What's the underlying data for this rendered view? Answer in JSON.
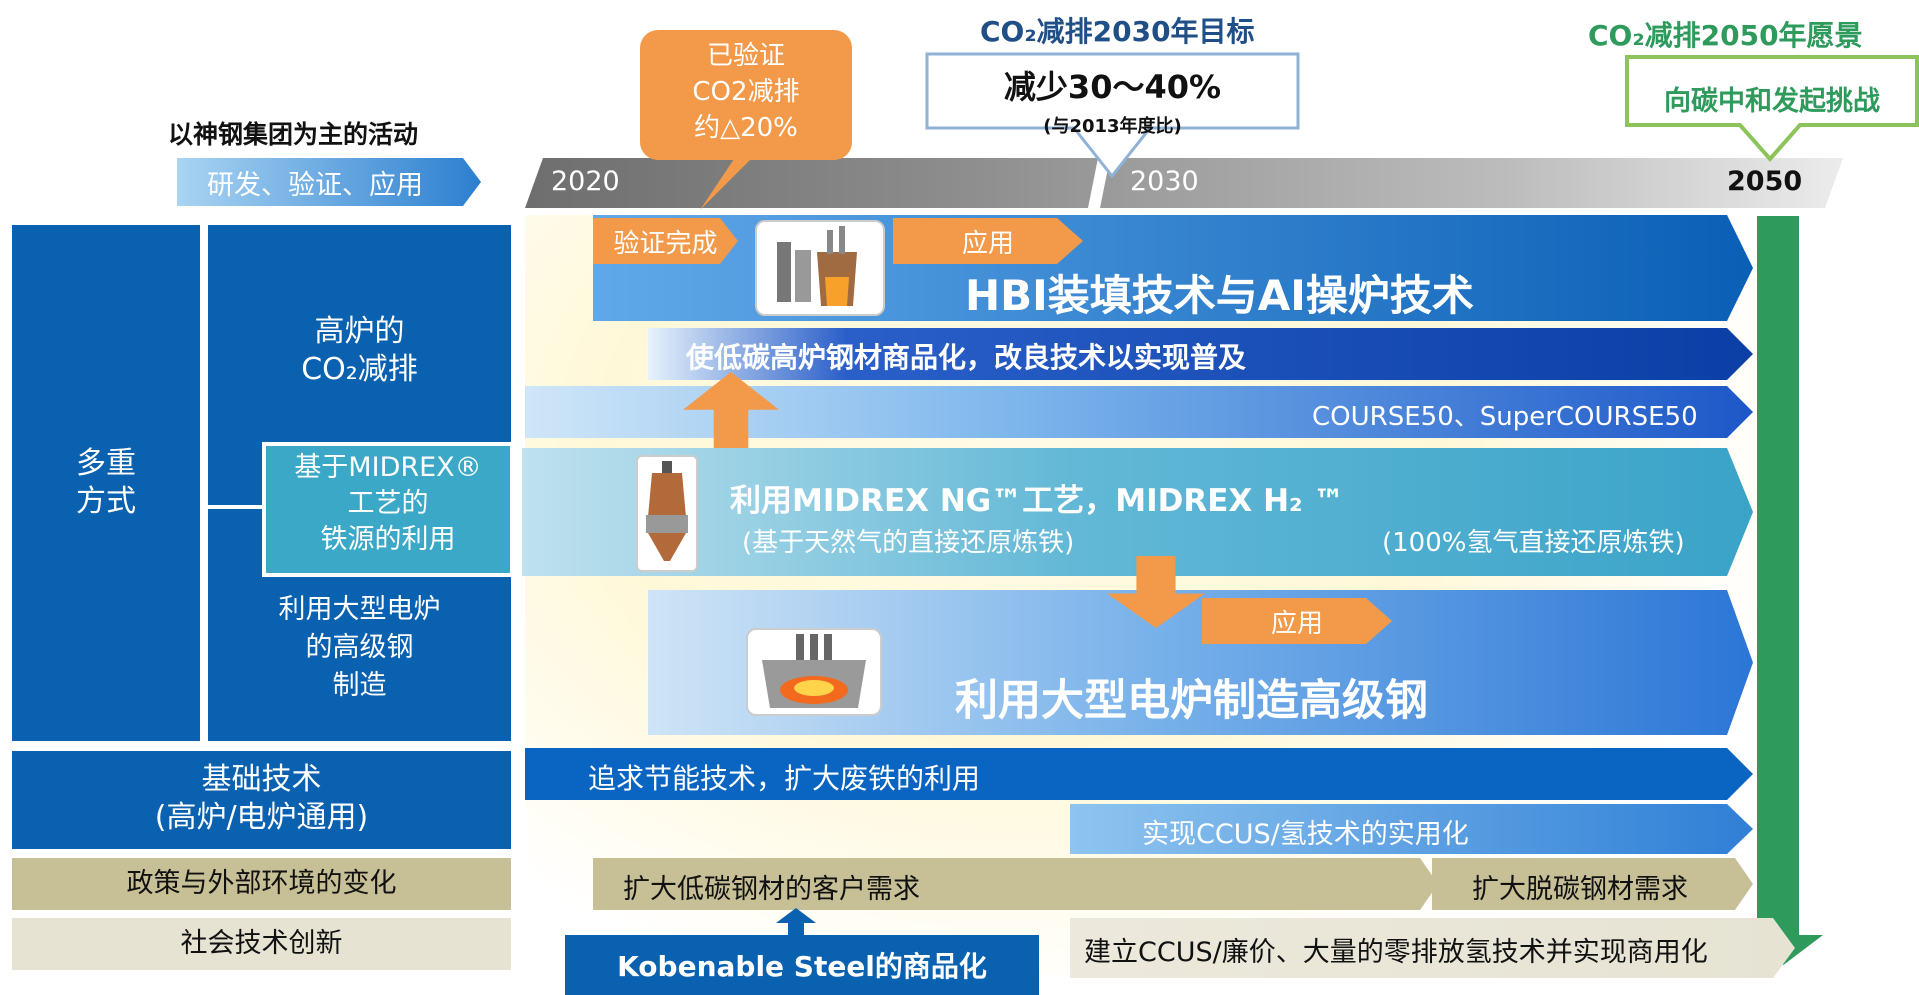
{
  "header": {
    "left_title": "以神钢集团为主的活动",
    "left_tag": "研发、验证、应用",
    "timeline_years": [
      "2020",
      "2030",
      "2050"
    ],
    "verified_callout": [
      "已验证",
      "CO2减排",
      "约△20%"
    ],
    "target_2030_title": "CO₂减排2030年目标",
    "target_2030_main": "减少30～40%",
    "target_2030_sub": "(与2013年度比)",
    "target_2050_title": "CO₂减排2050年愿景",
    "target_2050_main": "向碳中和发起挑战"
  },
  "left_column": {
    "multi_method": "多重方式",
    "bf_co2": [
      "高炉的",
      "CO₂减排"
    ],
    "midrex_iron": [
      "基于MIDREX®",
      "工艺的",
      "铁源的利用"
    ],
    "eaf_highgrade": [
      "利用大型电炉",
      "的高级钢",
      "制造"
    ],
    "basic_tech": [
      "基础技术",
      "(高炉/电炉通用)"
    ],
    "policy_change": "政策与外部环境的变化",
    "social_innovation": "社会技术创新"
  },
  "bars": {
    "verified_done": "验证完成",
    "apply": "应用",
    "hbi_ai": "HBI装填技术与AI操炉技术",
    "low_carbon_bf": "使低碳高炉钢材商品化，改良技术以实现普及",
    "course50": "COURSE50、SuperCOURSE50",
    "midrex_line1": "利用MIDREX NG™工艺，MIDREX H₂ ™",
    "midrex_line2_left": "(基于天然气的直接还原炼铁)",
    "midrex_line2_right": "(100%氢气直接还原炼铁)",
    "apply2": "应用",
    "large_eaf": "利用大型电炉制造高级钢",
    "energy_saving": "追求节能技术，扩大废铁的利用",
    "ccus_hydrogen": "实现CCUS/氢技术的实用化",
    "expand_demand": "扩大低碳钢材的客户需求",
    "decarb_demand": "扩大脱碳钢材需求",
    "kobenable": "Kobenable Steel的商品化",
    "ccus_commercial": "建立CCUS/廉价、大量的零排放氢技术并实现商用化"
  },
  "colors": {
    "dark_blue": "#0a61b0",
    "teal": "#3aa8c6",
    "orange": "#f29a4a",
    "green": "#2e9a5c",
    "khaki": "#c7bf96"
  }
}
